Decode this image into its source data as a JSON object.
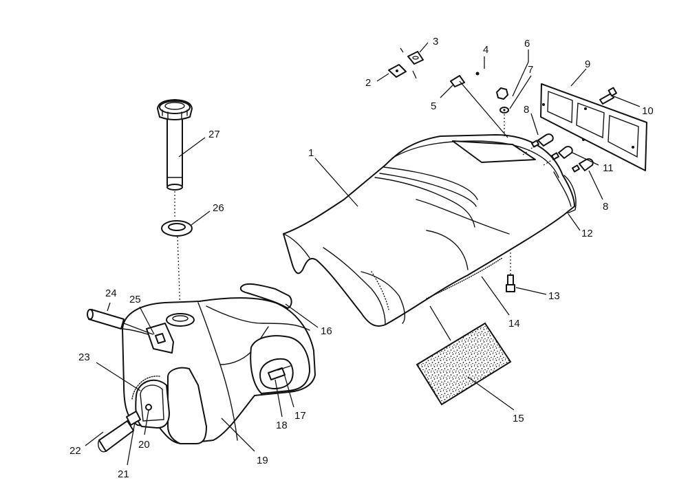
{
  "callouts": [
    {
      "id": "1",
      "text": "1"
    },
    {
      "id": "2",
      "text": "2"
    },
    {
      "id": "3",
      "text": "3"
    },
    {
      "id": "4",
      "text": "4"
    },
    {
      "id": "5",
      "text": "5"
    },
    {
      "id": "6",
      "text": "6"
    },
    {
      "id": "7",
      "text": "7"
    },
    {
      "id": "8a",
      "text": "8"
    },
    {
      "id": "8b",
      "text": "8"
    },
    {
      "id": "9",
      "text": "9"
    },
    {
      "id": "10",
      "text": "10"
    },
    {
      "id": "11",
      "text": "11"
    },
    {
      "id": "12",
      "text": "12"
    },
    {
      "id": "13",
      "text": "13"
    },
    {
      "id": "14",
      "text": "14"
    },
    {
      "id": "15",
      "text": "15"
    },
    {
      "id": "16",
      "text": "16"
    },
    {
      "id": "17",
      "text": "17"
    },
    {
      "id": "18",
      "text": "18"
    },
    {
      "id": "19",
      "text": "19"
    },
    {
      "id": "20",
      "text": "20"
    },
    {
      "id": "21",
      "text": "21"
    },
    {
      "id": "22",
      "text": "22"
    },
    {
      "id": "23",
      "text": "23"
    },
    {
      "id": "24",
      "text": "24"
    },
    {
      "id": "25",
      "text": "25"
    },
    {
      "id": "26",
      "text": "26"
    },
    {
      "id": "27",
      "text": "27"
    }
  ]
}
